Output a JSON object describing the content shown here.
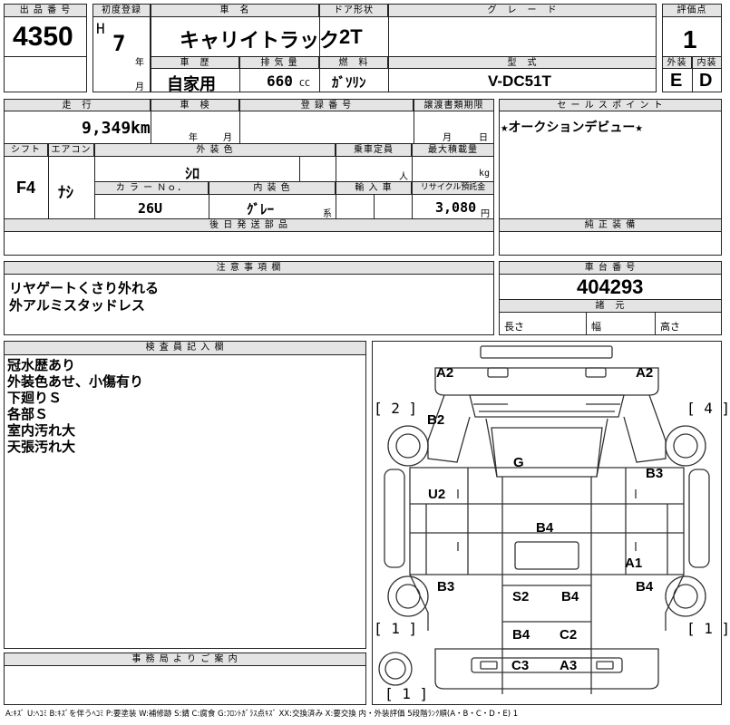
{
  "header": {
    "lot_no_label": "出 品 番 号",
    "lot_no": "4350",
    "first_reg_label": "初度登録",
    "era": "H",
    "year": "7",
    "year_unit": "年",
    "month_unit": "月",
    "car_name_label": "車　名",
    "car_name": "キャリイトラック",
    "door_label": "ドア形状",
    "door": "2T",
    "grade_label": "グ　レ　ー　ド",
    "grade": "",
    "score_label": "評価点",
    "score": "1",
    "history_label": "車　歴",
    "history": "自家用",
    "displacement_label": "排 気 量",
    "displacement": "660",
    "displacement_unit": "CC",
    "fuel_label": "燃　料",
    "fuel": "ｶﾞｿﾘﾝ",
    "model_label": "型　式",
    "model": "V-DC51T",
    "exterior_label": "外装",
    "exterior": "E",
    "interior_label": "内装",
    "interior": "D"
  },
  "row2": {
    "mileage_label": "走　行",
    "mileage": "9,349",
    "mileage_unit": "km",
    "inspection_label": "車　検",
    "insp_year": "年",
    "insp_month": "月",
    "plate_label": "登 録 番 号",
    "transfer_label": "譲渡書類期限",
    "transfer_month": "月",
    "transfer_day": "日",
    "sales_label": "セ ー ル ス ポ イ ン ト",
    "sales_point": "★オークションデビュー★",
    "shift_label": "シフト",
    "shift": "F4",
    "ac_label": "エアコン",
    "ac": "ﾅｼ",
    "color_label": "外 装 色",
    "color": "ｼﾛ",
    "capacity_label": "乗車定員",
    "capacity_unit": "人",
    "load_label": "最大積載量",
    "load_unit": "kg",
    "color_no_label": "カ ラ ー Ｎｏ．",
    "color_no": "26U",
    "interior_color_label": "内 装 色",
    "interior_color": "ｸﾞﾚｰ",
    "interior_color_unit": "系",
    "import_label": "輸 入 車",
    "recycle_label": "リサイクル預託金",
    "recycle": "3,080",
    "recycle_unit": "円",
    "later_parts_label": "後 日 発 送 部 品",
    "equipment_label": "純 正 装 備"
  },
  "caution": {
    "label": "注 意 事 項 欄",
    "lines": [
      "リヤゲートくさり外れる",
      "外アルミスタッドレス"
    ]
  },
  "chassis": {
    "label": "車 台 番 号",
    "number": "404293",
    "spec_label": "諸　元",
    "length": "長さ",
    "width": "幅",
    "height": "高さ"
  },
  "inspector": {
    "label": "検 査 員 記 入 欄",
    "lines": [
      "冠水歴あり",
      "外装色あせ、小傷有り",
      "下廻りＳ",
      "各部Ｓ",
      "室内汚れ大",
      "天張汚れ大"
    ]
  },
  "office": {
    "label": "事 務 局 よ り ご 案 内"
  },
  "diagram": {
    "a2_left": "A2",
    "a2_right": "A2",
    "bracket_2": "[ 2 ]",
    "bracket_4": "[ 4 ]",
    "b2": "B2",
    "g": "G",
    "b3_right_top": "B3",
    "u2": "U2",
    "b4_mid": "B4",
    "a1": "A1",
    "b3_left": "B3",
    "b4_right": "B4",
    "s2": "S2",
    "b4_center": "B4",
    "bracket_1_left": "[ 1 ]",
    "bracket_1_right": "[ 1 ]",
    "b4_low": "B4",
    "c2": "C2",
    "c3": "C3",
    "a3": "A3",
    "bracket_1_bottom": "[ 1 ]"
  },
  "legend": "A:ｷｽﾞ U:ﾍｺﾐ B:ｷｽﾞを伴うﾍｺﾐ P:要塗装 W:補修跡 S:錆 C:腐食 G:ﾌﾛﾝﾄｶﾞﾗｽ点ｷｽﾞ XX:交換済み X:要交換 内・外装評価 5段階ﾗﾝｸ順(A・B・C・D・E) 1"
}
